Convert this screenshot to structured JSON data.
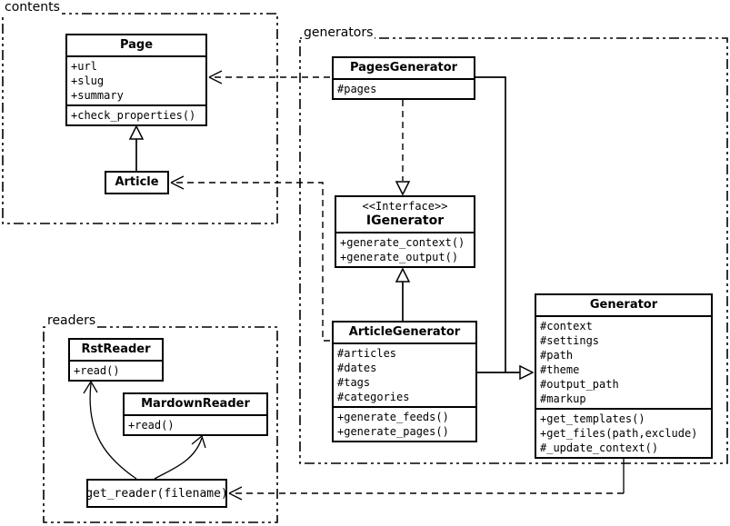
{
  "packages": {
    "contents": {
      "label": "contents"
    },
    "generators": {
      "label": "generators"
    },
    "readers": {
      "label": "readers"
    }
  },
  "classes": {
    "page": {
      "title": "Page",
      "attributes": [
        "+url",
        "+slug",
        "+summary"
      ],
      "methods": [
        "+check_properties()"
      ]
    },
    "article": {
      "title": "Article"
    },
    "pages_generator": {
      "title": "PagesGenerator",
      "attributes": [
        "#pages"
      ]
    },
    "igenerator": {
      "stereotype": "<<Interface>>",
      "title": "IGenerator",
      "methods": [
        "+generate_context()",
        "+generate_output()"
      ]
    },
    "article_generator": {
      "title": "ArticleGenerator",
      "attributes": [
        "#articles",
        "#dates",
        "#tags",
        "#categories"
      ],
      "methods": [
        "+generate_feeds()",
        "+generate_pages()"
      ]
    },
    "generator": {
      "title": "Generator",
      "attributes": [
        "#context",
        "#settings",
        "#path",
        "#theme",
        "#output_path",
        "#markup"
      ],
      "methods": [
        "+get_templates()",
        "+get_files(path,exclude)",
        "#_update_context()"
      ]
    },
    "rst_reader": {
      "title": "RstReader",
      "methods": [
        "+read()"
      ]
    },
    "mardown_reader": {
      "title": "MardownReader",
      "methods": [
        "+read()"
      ]
    },
    "get_reader": {
      "title": "get_reader(filename)"
    }
  }
}
